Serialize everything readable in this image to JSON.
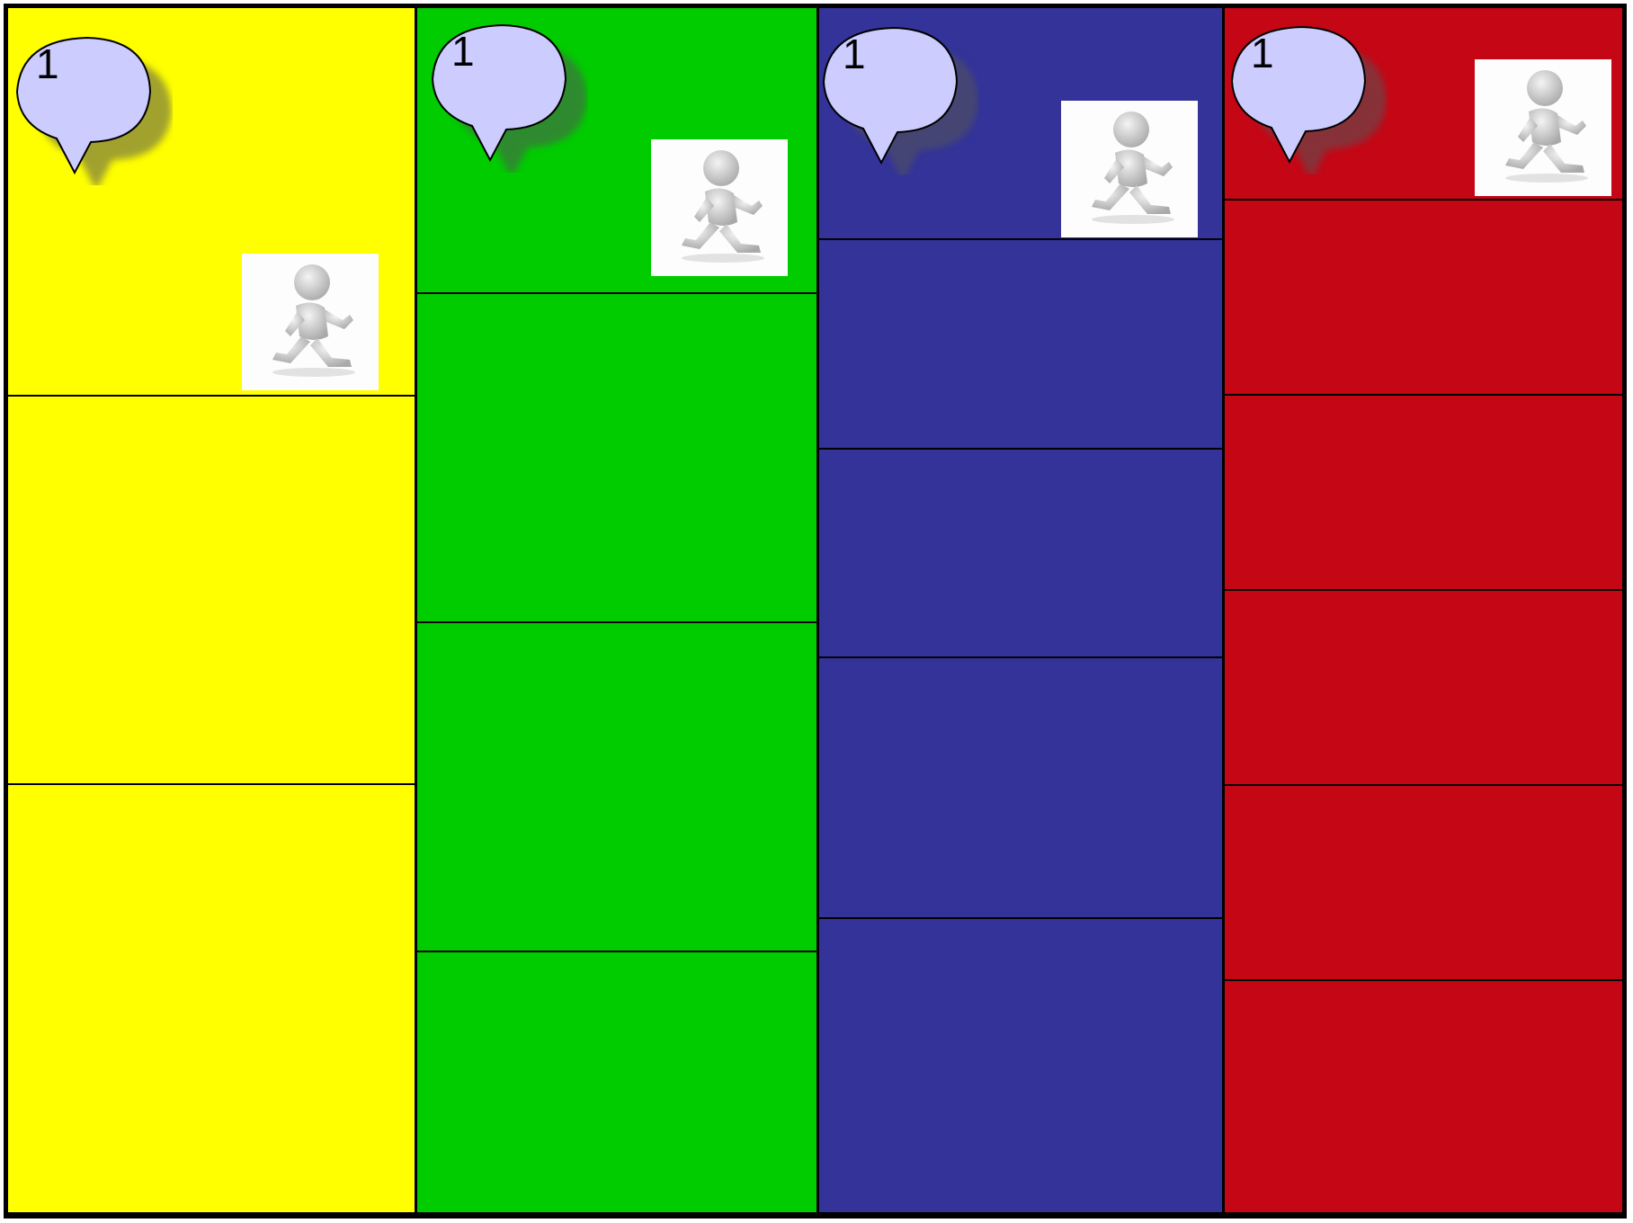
{
  "colors": {
    "yellow": "#ffff00",
    "green": "#00cc00",
    "blue": "#333399",
    "red": "#c40615",
    "bubble_fill": "#ccccff",
    "border": "#000000"
  },
  "lanes": [
    {
      "name": "yellow",
      "color": "#ffff00",
      "spaces": 3,
      "bubble_number": "1",
      "runner_icon": "runner-icon"
    },
    {
      "name": "green",
      "color": "#00cc00",
      "spaces": 4,
      "bubble_number": "1",
      "runner_icon": "runner-icon"
    },
    {
      "name": "blue",
      "color": "#333399",
      "spaces": 5,
      "bubble_number": "1",
      "runner_icon": "runner-icon"
    },
    {
      "name": "red",
      "color": "#c40615",
      "spaces": 6,
      "bubble_number": "1",
      "runner_icon": "runner-icon"
    }
  ]
}
